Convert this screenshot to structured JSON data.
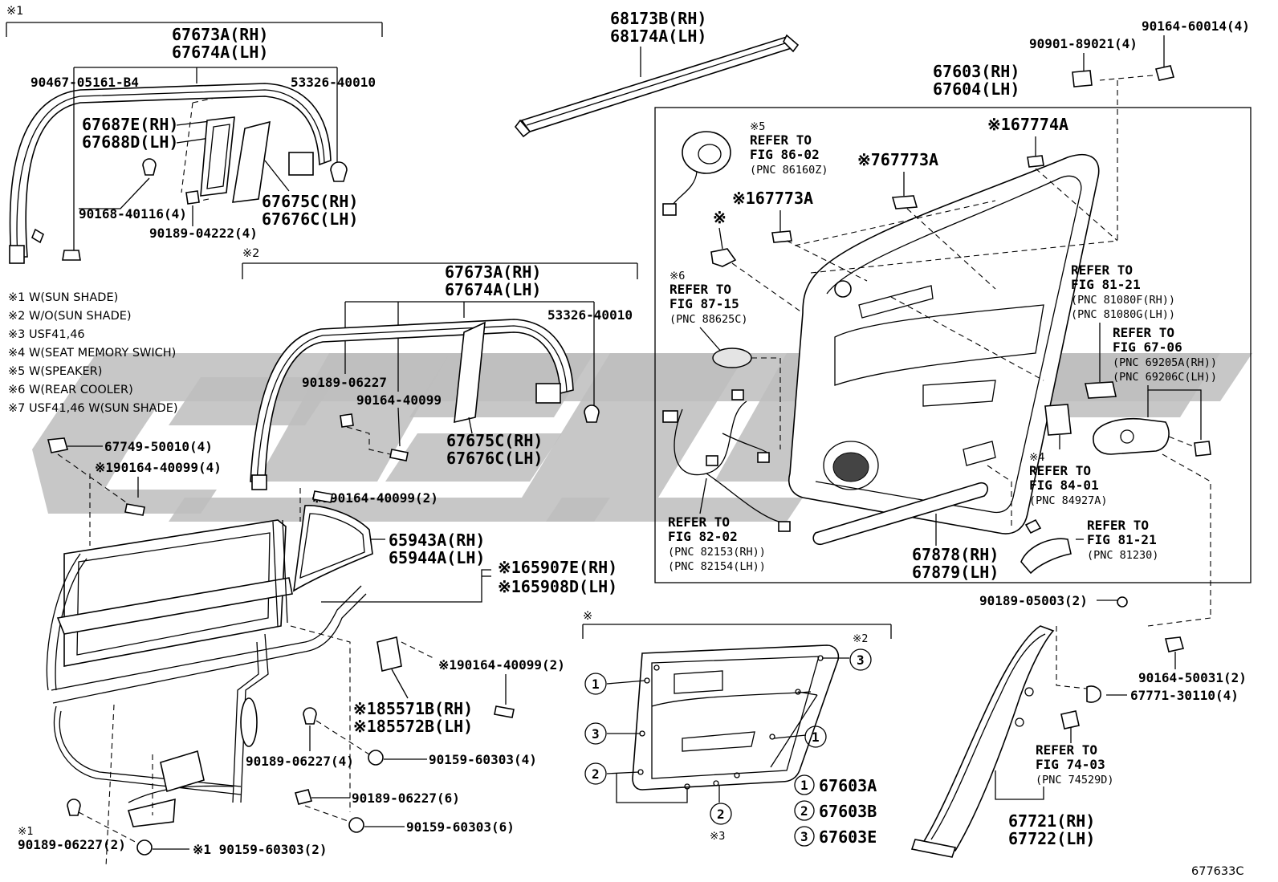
{
  "labels": {
    "sun_shade_mark": "※1",
    "p67673A_top": "67673A(RH)",
    "p67674A_top": "67674A(LH)",
    "p90467": "90467-05161-B4",
    "p53326_top": "53326-40010",
    "p67687E": "67687E(RH)",
    "p67688D": "67688D(LH)",
    "p90168": "90168-40116(4)",
    "p90189_04222": "90189-04222(4)",
    "p67675C_top": "67675C(RH)",
    "p67676C_top": "67676C(LH)",
    "p68173B": "68173B(RH)",
    "p68174A": "68174A(LH)",
    "p90901": "90901-89021(4)",
    "p90164_60014": "90164-60014(4)",
    "p67603": "67603(RH)",
    "p67604": "67604(LH)",
    "wo_sun_shade_mark": "※2",
    "p67673A_mid": "67673A(RH)",
    "p67674A_mid": "67674A(LH)",
    "p53326_mid": "53326-40010",
    "p90189_06227_a": "90189-06227",
    "p90164_40099_a": "90164-40099",
    "p67675C_mid": "67675C(RH)",
    "p67676C_mid": "67676C(LH)",
    "p67749": "67749-50010(4)",
    "p90164_40099_b": "※190164-40099(4)",
    "p90164_40099_c": "※190164-40099(2)",
    "p65943A": "65943A(RH)",
    "p65944A": "65944A(LH)",
    "p65907E": "※165907E(RH)",
    "p65908D": "※165908D(LH)",
    "p90164_40099_d": "※190164-40099(2)",
    "p85571B": "※185571B(RH)",
    "p85572B": "※185572B(LH)",
    "p90189_06227_4": "90189-06227(4)",
    "p90159_60303_4": "90159-60303(4)",
    "p90189_06227_6": "90189-06227(6)",
    "p90159_60303_6": "90159-60303(6)",
    "p90189_06227_2_mark": "※1",
    "p90189_06227_2": "90189-06227(2)",
    "p90159_60303_2": "※1 90159-60303(2)",
    "ref_speaker_mark": "※5",
    "ref_speaker_1": "REFER TO",
    "ref_speaker_2": "FIG 86-02",
    "ref_speaker_3": "(PNC 86160Z)",
    "p67773A_7": "※767773A",
    "p67774A": "※167774A",
    "p67773A_1": "※167773A",
    "bulb_mark": "※",
    "ref_cooler_mark": "※6",
    "ref_cooler_1": "REFER TO",
    "ref_cooler_2": "FIG 87-15",
    "ref_cooler_3": "(PNC 88625C)",
    "ref_8108_1": "REFER TO",
    "ref_8108_2": "FIG 81-21",
    "ref_8108_3": "(PNC 81080F(RH))",
    "ref_8108_4": "(PNC 81080G(LH))",
    "ref_6920_1": "REFER TO",
    "ref_6920_2": "FIG 67-06",
    "ref_6920_3": "(PNC 69205A(RH))",
    "ref_6920_4": "(PNC 69206C(LH))",
    "ref_seat_mark": "※4",
    "ref_seat_1": "REFER TO",
    "ref_seat_2": "FIG 84-01",
    "ref_seat_3": "(PNC 84927A)",
    "ref_wire_1": "REFER TO",
    "ref_wire_2": "FIG 82-02",
    "ref_wire_3": "(PNC 82153(RH))",
    "ref_wire_4": "(PNC 82154(LH))",
    "p67878": "67878(RH)",
    "p67879": "67879(LH)",
    "ref_81230_1": "REFER TO",
    "ref_81230_2": "FIG 81-21",
    "ref_81230_3": "(PNC 81230)",
    "p90189_05003": "90189-05003(2)",
    "p90164_50031": "90164-50031(2)",
    "p67771": "67771-30110(4)",
    "ref_745_1": "REFER TO",
    "ref_745_2": "FIG 74-03",
    "ref_745_3": "(PNC 74529D)",
    "p67721": "67721(RH)",
    "p67722": "67722(LH)",
    "inset_mark": "※",
    "inset_mark2": "※2",
    "inset_mark3": "※3",
    "circle1": "1",
    "circle2": "2",
    "circle3": "3",
    "key1": "67603A",
    "key2": "67603B",
    "key3": "67603E",
    "fig_id": "677633C"
  },
  "notes": [
    "※1 W(SUN SHADE)",
    "※2 W/O(SUN SHADE)",
    "※3 USF41,46",
    "※4 W(SEAT MEMORY SWICH)",
    "※5 W(SPEAKER)",
    "※6 W(REAR COOLER)",
    "※7 USF41,46 W(SUN SHADE)"
  ]
}
